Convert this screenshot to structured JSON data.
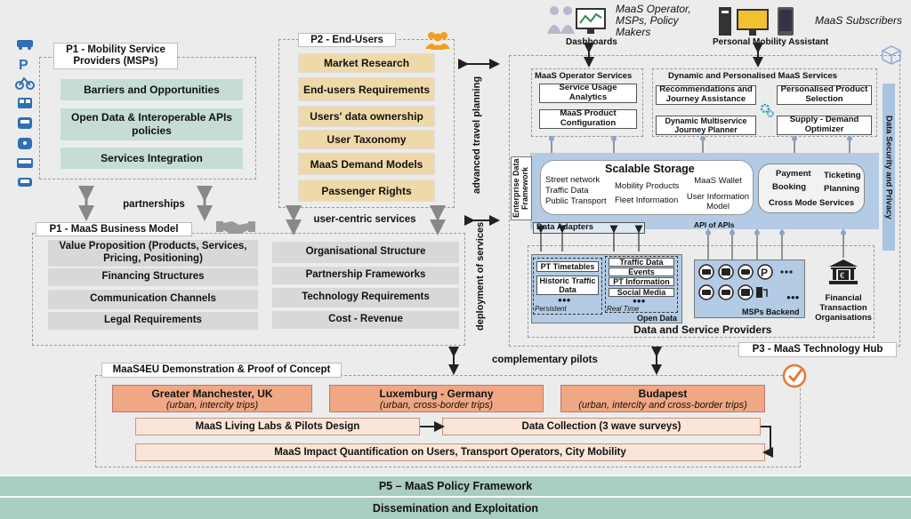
{
  "top": {
    "operator_label": "MaaS Operator, MSPs, Policy Makers",
    "dashboards": "Dashboards",
    "pma": "Personal Mobility Assistant",
    "subscribers": "MaaS Subscribers"
  },
  "p1_msp": {
    "title": "P1 - Mobility Service Providers (MSPs)",
    "items": [
      "Barriers and Opportunities",
      "Open Data & Interoperable APIs policies",
      "Services Integration"
    ]
  },
  "p2": {
    "title": "P2 - End-Users",
    "items": [
      "Market Research",
      "End-users Requirements",
      "Users' data ownership",
      "User Taxonomy",
      "MaaS Demand Models",
      "Passenger Rights"
    ]
  },
  "links": {
    "partnerships": "partnerships",
    "user_centric": "user-centric services",
    "advanced_travel": "advanced travel planning",
    "deployment": "deployment of services",
    "complementary": "complementary pilots"
  },
  "p1_bm": {
    "title": "P1 - MaaS Business Model",
    "left": [
      "Value Proposition (Products, Services, Pricing, Positioning)",
      "Financing Structures",
      "Communication Channels",
      "Legal Requirements"
    ],
    "right": [
      "Organisational Structure",
      "Partnership Frameworks",
      "Technology Requirements",
      "Cost - Revenue"
    ]
  },
  "p3": {
    "title": "P3 - MaaS Technology Hub",
    "operator_services": {
      "title": "MaaS Operator Services",
      "items": [
        "Service Usage Analytics",
        "MaaS Product Configuration"
      ]
    },
    "personalised": {
      "title": "Dynamic and Personalised MaaS Services",
      "items": [
        "Recommendations and Journey Assistance",
        "Personalised Product Selection",
        "Dynamic Multiservice Journey Planner",
        "Supply - Demand Optimizer"
      ]
    },
    "edf": "Enterprise Data Framework",
    "storage": {
      "title": "Scalable Storage",
      "col1": [
        "Street network",
        "Traffic Data",
        "Public Transport"
      ],
      "col2": [
        "Mobility Products",
        "Fleet Information"
      ],
      "col3": [
        "MaaS Wallet",
        "User Information Model"
      ]
    },
    "cross_mode": {
      "items": [
        "Payment",
        "Ticketing",
        "Booking",
        "Planning"
      ],
      "title": "Cross Mode Services"
    },
    "data_adapters": "Data Adapters",
    "api_of_apis": "API of APIs",
    "security": "Data Security and Privacy",
    "persistent": {
      "items": [
        "PT Timetables",
        "Historic Traffic Data"
      ],
      "more": "●●●",
      "label": "Persistent"
    },
    "realtime": {
      "items": [
        "Traffic Data",
        "Events",
        "PT Information",
        "Social Media"
      ],
      "more": "●●●",
      "label": "Real Time"
    },
    "open_data": "Open Data",
    "msps_backend": "MSPs Backend",
    "more": "●●●",
    "financial": "Financial Transaction Organisations",
    "dsp": "Data and Service Providers"
  },
  "demo": {
    "title": "MaaS4EU Demonstration & Proof of Concept",
    "sites": [
      {
        "name": "Greater Manchester, UK",
        "desc": "(urban, intercity trips)"
      },
      {
        "name": "Luxemburg - Germany",
        "desc": "(urban, cross-border trips)"
      },
      {
        "name": "Budapest",
        "desc": "(urban, intercity and cross-border trips)"
      }
    ],
    "living_labs": "MaaS Living Labs & Pilots Design",
    "data_collection": "Data Collection (3 wave surveys)",
    "impact": "MaaS Impact Quantification on Users, Transport Operators, City Mobility"
  },
  "bottom": {
    "p5": "P5 – MaaS Policy Framework",
    "dissemination": "Dissemination and Exploitation"
  },
  "colors": {
    "green": "#c5ddd6",
    "tan": "#f0d9a8",
    "grey": "#d8d8d8",
    "orange": "#f0a784",
    "peach": "#fbe5d8",
    "blue": "#a9c4e0",
    "bottom_bar": "#a9cdbf"
  },
  "icons": [
    "car-icon",
    "parking-icon",
    "bike-icon",
    "bus-icon",
    "tram-icon",
    "train-icon",
    "people-icon",
    "handshake-icon",
    "gear-icon",
    "bank-icon",
    "checkmark-icon",
    "monitor-icon",
    "users-icon",
    "cube-icon"
  ]
}
